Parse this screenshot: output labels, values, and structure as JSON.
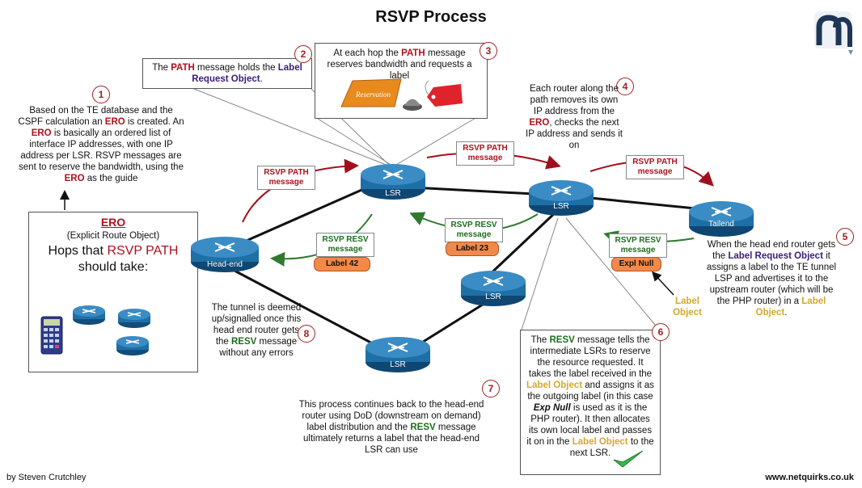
{
  "title": "RSVP Process",
  "colors": {
    "path": "#b0101e",
    "resv": "#1d6d1d",
    "label_object": "#d4a82a",
    "label_request": "#3a2078",
    "label_badge": "#f08a4b",
    "router": "#1e6fa6"
  },
  "notes": {
    "n1": {
      "number": "1",
      "t1": "Based on the TE database and the CSPF calculation an ",
      "k1": "ERO",
      "t2": " is created. An ",
      "k2": "ERO",
      "t3": " is basically an ordered list of interface IP addresses, with one IP address per LSR. RSVP messages are sent to reserve the bandwidth, using the ",
      "k3": "ERO",
      "t4": " as the guide"
    },
    "n2": {
      "number": "2",
      "t1": "The ",
      "k1": "PATH",
      "t2": " message holds the ",
      "k2": "Label Request Object",
      "t3": "."
    },
    "n3": {
      "number": "3",
      "t1": "At each hop the ",
      "k1": "PATH",
      "t2": " message reserves bandwidth and requests a label",
      "sign": "Reservation"
    },
    "n4": {
      "number": "4",
      "t1": "Each router along the path removes its own IP address from the ",
      "k1": "ERO",
      "t2": ", checks the next IP address and sends it on"
    },
    "n5": {
      "number": "5",
      "t1": "When the head end router gets the ",
      "k1": "Label Request Object",
      "t2": " it assigns a label to the TE tunnel LSP and advertises it to the upstream router (which will be the PHP router) in a ",
      "k2": "Label Object",
      "t3": "."
    },
    "n6": {
      "number": "6",
      "t1": "The ",
      "k1": "RESV",
      "t2": " message tells the intermediate LSRs to reserve the resource requested. It takes the label received in the ",
      "k2": "Label Object",
      "t3": " and assigns it as the outgoing label (in this case ",
      "k3": "Exp Null",
      "t4": " is used as it is the PHP router). It then allocates its own local label and passes it on in the ",
      "k4": "Label Object",
      "t5": " to the next LSR."
    },
    "n7": {
      "number": "7",
      "t1": "This process continues back to the head-end router using DoD (downstream on demand) label distribution and the ",
      "k1": "RESV",
      "t2": " message ultimately returns a label that the head-end LSR can use"
    },
    "n8": {
      "number": "8",
      "t1": "The tunnel is deemed up/signalled once this head end router gets the ",
      "k1": "RESV",
      "t2": " message without any errors"
    }
  },
  "ero_box": {
    "heading": "ERO",
    "subtitle": "(Explicit Route Object)",
    "line1": "Hops that ",
    "k1": "RSVP PATH",
    "line2": "should take:"
  },
  "messages": {
    "path_line1": "RSVP PATH",
    "path_line2": "message",
    "resv_line1": "RSVP RESV",
    "resv_line2": "message"
  },
  "labels": {
    "l42": "Label 42",
    "l23": "Label 23",
    "expnull": "Expl Null"
  },
  "label_object_callout": {
    "line1": "Label",
    "line2": "Object"
  },
  "routers": {
    "headend": "Head-end",
    "lsr": "LSR",
    "tailend": "Tailend"
  },
  "footer": {
    "author": "by Steven Crutchley",
    "site": "www.netquirks.co.uk"
  }
}
